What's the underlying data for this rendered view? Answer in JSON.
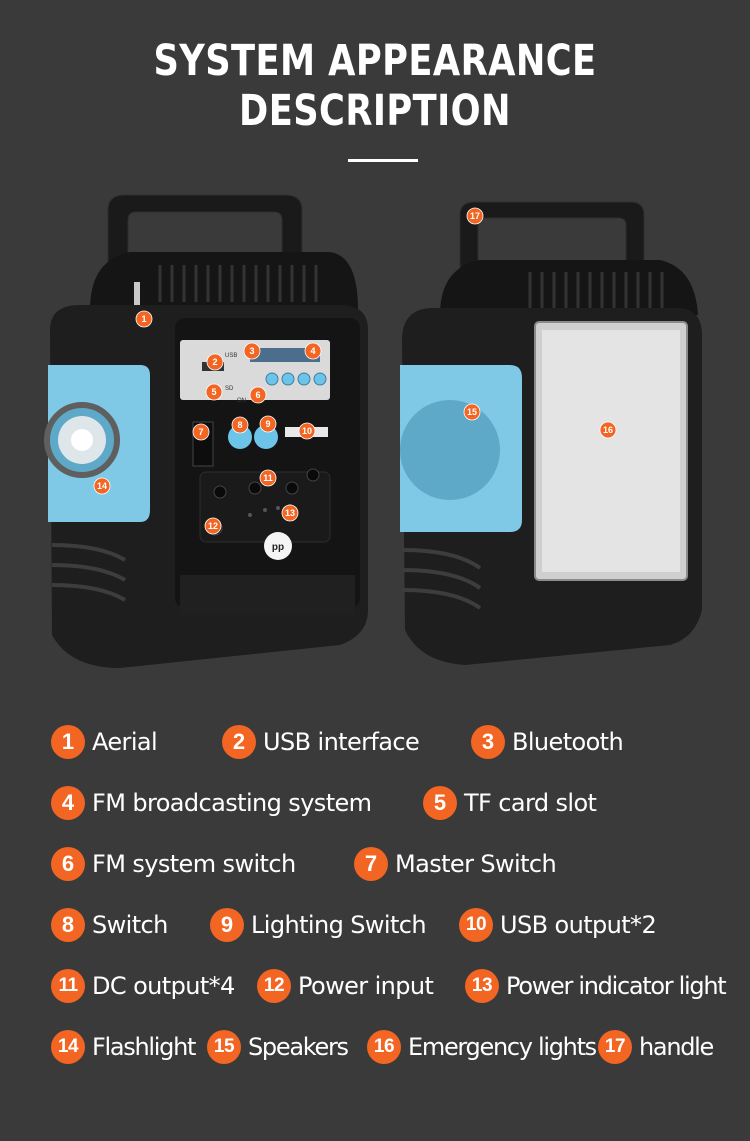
{
  "page": {
    "title_line1": "SYSTEM APPEARANCE",
    "title_line2": "DESCRIPTION"
  },
  "colors": {
    "background": "#3a3a3a",
    "accent": "#f26522",
    "device_body": "#1c1c1c",
    "device_side_panel": "#7fc8e6",
    "text": "#ffffff"
  },
  "legend": [
    {
      "num": "1",
      "label": "Aerial"
    },
    {
      "num": "2",
      "label": "USB interface"
    },
    {
      "num": "3",
      "label": "Bluetooth"
    },
    {
      "num": "4",
      "label": "FM broadcasting system"
    },
    {
      "num": "5",
      "label": "TF card slot"
    },
    {
      "num": "6",
      "label": "FM system switch"
    },
    {
      "num": "7",
      "label": "Master Switch"
    },
    {
      "num": "8",
      "label": "Switch"
    },
    {
      "num": "9",
      "label": "Lighting Switch"
    },
    {
      "num": "10",
      "label": "USB output*2"
    },
    {
      "num": "11",
      "label": "DC output*4"
    },
    {
      "num": "12",
      "label": "Power input"
    },
    {
      "num": "13",
      "label": "Power indicator light"
    },
    {
      "num": "14",
      "label": "Flashlight"
    },
    {
      "num": "15",
      "label": "Speakers"
    },
    {
      "num": "16",
      "label": "Emergency lights"
    },
    {
      "num": "17",
      "label": "handle"
    }
  ],
  "device_labels": {
    "usb": "USB",
    "sd": "SD",
    "on": "ON",
    "logo": "pp"
  },
  "callouts": {
    "c1": "1",
    "c2": "2",
    "c3": "3",
    "c4": "4",
    "c5": "5",
    "c6": "6",
    "c7": "7",
    "c8": "8",
    "c9": "9",
    "c10": "10",
    "c11": "11",
    "c12": "12",
    "c13": "13",
    "c14": "14",
    "c15": "15",
    "c16": "16",
    "c17": "17"
  }
}
